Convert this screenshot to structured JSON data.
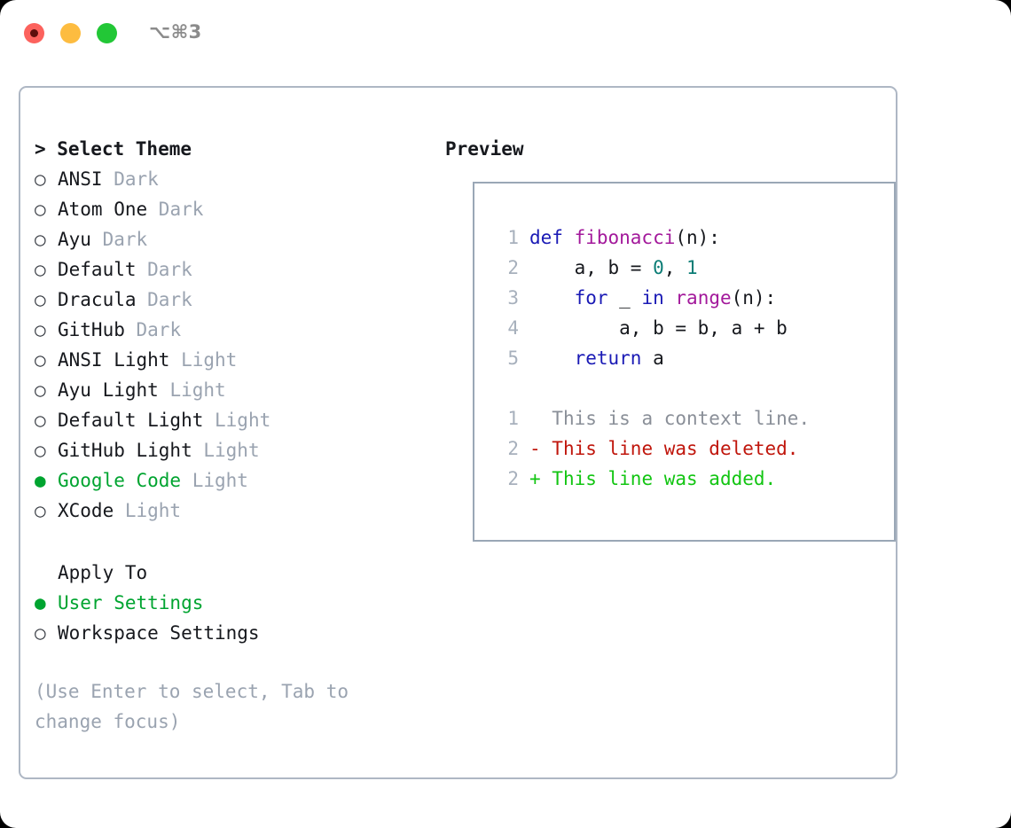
{
  "titlebar": {
    "buttons": [
      {
        "name": "close",
        "color": "#fc625d"
      },
      {
        "name": "minimize",
        "color": "#fdbc40"
      },
      {
        "name": "maximize",
        "color": "#22c736"
      }
    ],
    "shortcut": "⌥⌘3"
  },
  "theme_panel": {
    "heading": "> Select Theme",
    "marker_unselected": "○",
    "marker_selected": "●",
    "items": [
      {
        "name": "ANSI",
        "variant": "Dark",
        "selected": false
      },
      {
        "name": "Atom One",
        "variant": "Dark",
        "selected": false
      },
      {
        "name": "Ayu",
        "variant": "Dark",
        "selected": false
      },
      {
        "name": "Default",
        "variant": "Dark",
        "selected": false
      },
      {
        "name": "Dracula",
        "variant": "Dark",
        "selected": false
      },
      {
        "name": "GitHub",
        "variant": "Dark",
        "selected": false
      },
      {
        "name": "ANSI Light",
        "variant": "Light",
        "selected": false
      },
      {
        "name": "Ayu Light",
        "variant": "Light",
        "selected": false
      },
      {
        "name": "Default Light",
        "variant": "Light",
        "selected": false
      },
      {
        "name": "GitHub Light",
        "variant": "Light",
        "selected": false
      },
      {
        "name": "Google Code",
        "variant": "Light",
        "selected": true
      },
      {
        "name": "XCode",
        "variant": "Light",
        "selected": false
      }
    ]
  },
  "apply_to": {
    "heading": "Apply To",
    "items": [
      {
        "name": "User Settings",
        "selected": true
      },
      {
        "name": "Workspace Settings",
        "selected": false
      }
    ]
  },
  "hint": "(Use Enter to select, Tab to change focus)",
  "preview": {
    "heading": "Preview",
    "code_lines": [
      {
        "number": "1",
        "tokens": [
          {
            "text": "def ",
            "type": "kw"
          },
          {
            "text": "fibonacci",
            "type": "fn"
          },
          {
            "text": "(n):",
            "type": "txt"
          }
        ]
      },
      {
        "number": "2",
        "tokens": [
          {
            "text": "    a, b = ",
            "type": "txt"
          },
          {
            "text": "0",
            "type": "num"
          },
          {
            "text": ", ",
            "type": "txt"
          },
          {
            "text": "1",
            "type": "num"
          }
        ]
      },
      {
        "number": "3",
        "tokens": [
          {
            "text": "    ",
            "type": "txt"
          },
          {
            "text": "for",
            "type": "kw"
          },
          {
            "text": " _ ",
            "type": "txt"
          },
          {
            "text": "in",
            "type": "kw"
          },
          {
            "text": " ",
            "type": "txt"
          },
          {
            "text": "range",
            "type": "fn"
          },
          {
            "text": "(n):",
            "type": "txt"
          }
        ]
      },
      {
        "number": "4",
        "tokens": [
          {
            "text": "        a, b = b, a + b",
            "type": "txt"
          }
        ]
      },
      {
        "number": "5",
        "tokens": [
          {
            "text": "    ",
            "type": "txt"
          },
          {
            "text": "return",
            "type": "kw"
          },
          {
            "text": " a",
            "type": "txt"
          }
        ]
      }
    ],
    "diff_lines": [
      {
        "number": "1",
        "sign": " ",
        "text": " This is a context line.",
        "type": "ctx"
      },
      {
        "number": "2",
        "sign": "-",
        "text": " This line was deleted.",
        "type": "del"
      },
      {
        "number": "2",
        "sign": "+",
        "text": " This line was added.",
        "type": "add"
      }
    ]
  },
  "colors": {
    "accent_green": "#00a430",
    "muted": "#9aa3b0",
    "keyword": "#1a1ab5",
    "function": "#a3199b",
    "number": "#0b7d76",
    "diff_deleted": "#c0160c",
    "diff_added": "#12c512",
    "border": "#aeb7c4"
  }
}
